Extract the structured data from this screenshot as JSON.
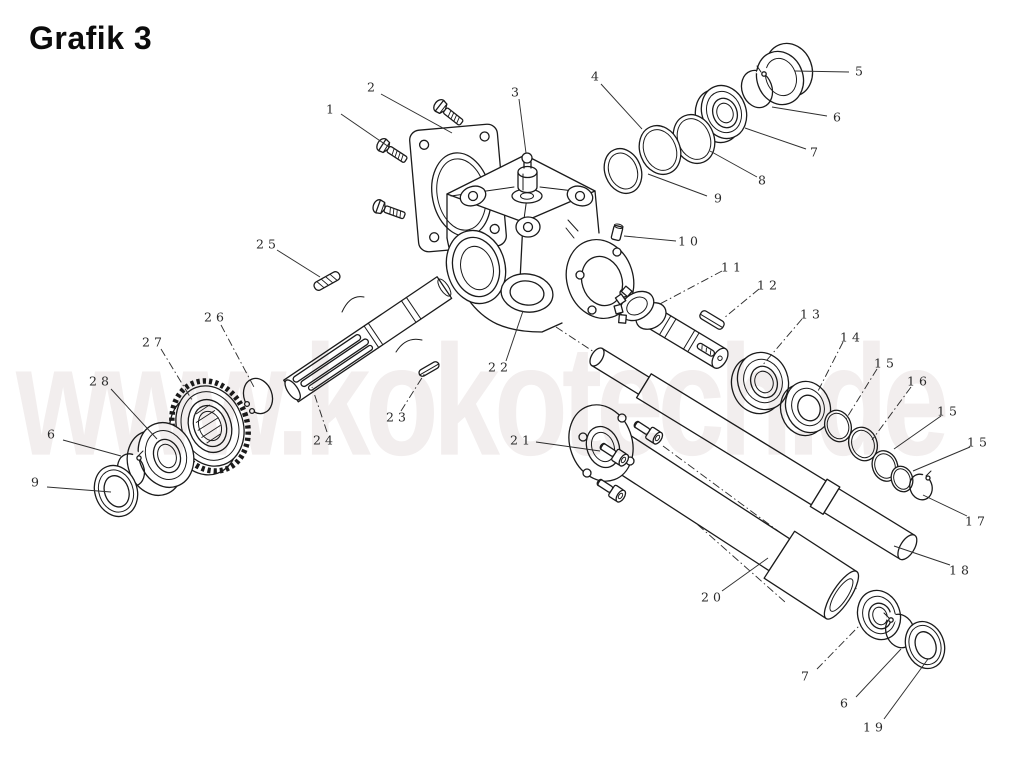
{
  "title": "Grafik 3",
  "watermark": "www.kokotech.de",
  "colors": {
    "background": "#ffffff",
    "line": "#1b1b1b",
    "watermark": "#f2eeee",
    "label_text": "#2a2a2a"
  },
  "callouts": [
    {
      "label": "1"
    },
    {
      "label": "2"
    },
    {
      "label": "3"
    },
    {
      "label": "4"
    },
    {
      "label": "5"
    },
    {
      "label": "6"
    },
    {
      "label": "7"
    },
    {
      "label": "8"
    },
    {
      "label": "9"
    },
    {
      "label": "10"
    },
    {
      "label": "11"
    },
    {
      "label": "12"
    },
    {
      "label": "13"
    },
    {
      "label": "14"
    },
    {
      "label": "15"
    },
    {
      "label": "16"
    },
    {
      "label": "15"
    },
    {
      "label": "15"
    },
    {
      "label": "17"
    },
    {
      "label": "18"
    },
    {
      "label": "19"
    },
    {
      "label": "6"
    },
    {
      "label": "7"
    },
    {
      "label": "20"
    },
    {
      "label": "21"
    },
    {
      "label": "22"
    },
    {
      "label": "23"
    },
    {
      "label": "24"
    },
    {
      "label": "25"
    },
    {
      "label": "26"
    },
    {
      "label": "27"
    },
    {
      "label": "28"
    },
    {
      "label": "6"
    },
    {
      "label": "9"
    }
  ]
}
